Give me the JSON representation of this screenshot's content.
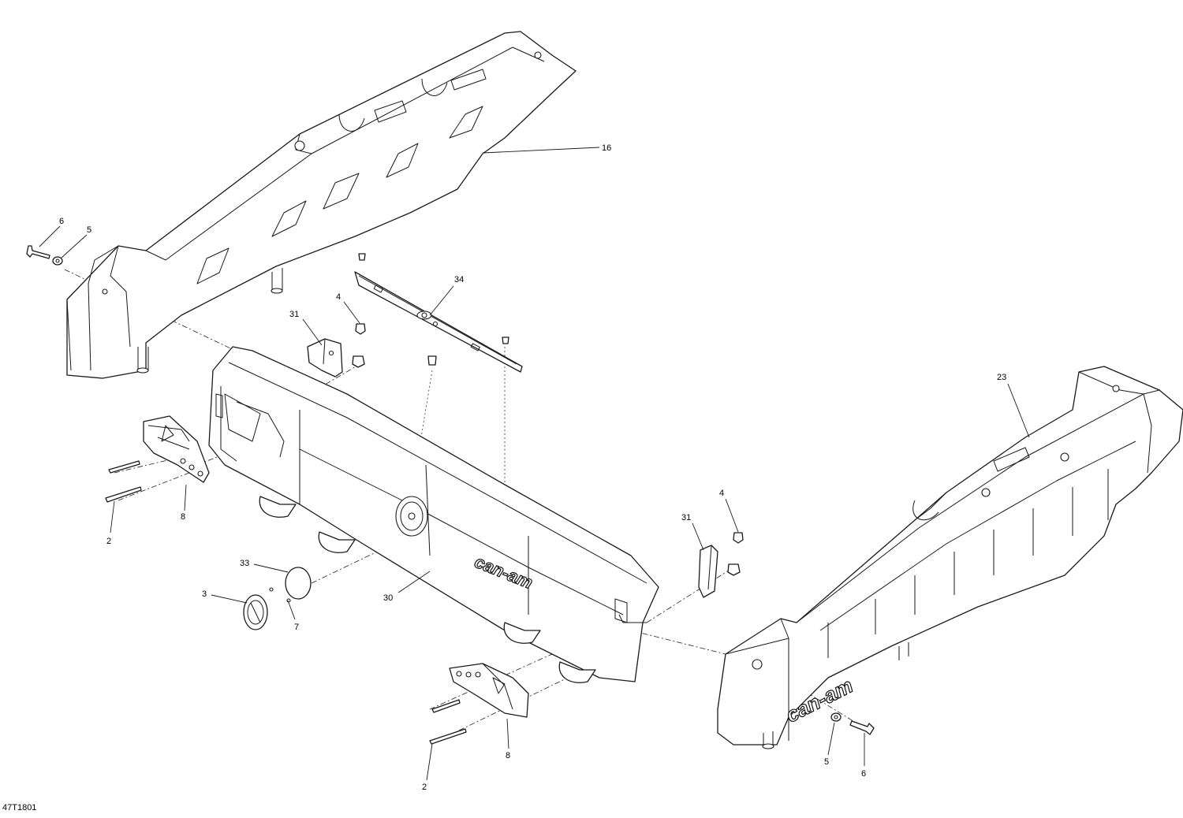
{
  "drawing_ref": "47T1801",
  "brand_marks": {
    "center_bumper": "can-am",
    "right_side_part": "can-am"
  },
  "callouts": [
    {
      "id": "c16",
      "text": "16"
    },
    {
      "id": "c6a",
      "text": "6"
    },
    {
      "id": "c5a",
      "text": "5"
    },
    {
      "id": "c34",
      "text": "34"
    },
    {
      "id": "c4a",
      "text": "4"
    },
    {
      "id": "c31a",
      "text": "31"
    },
    {
      "id": "c23",
      "text": "23"
    },
    {
      "id": "c8a",
      "text": "8"
    },
    {
      "id": "c2a",
      "text": "2"
    },
    {
      "id": "c4b",
      "text": "4"
    },
    {
      "id": "c31b",
      "text": "31"
    },
    {
      "id": "c33",
      "text": "33"
    },
    {
      "id": "c3",
      "text": "3"
    },
    {
      "id": "c7",
      "text": "7"
    },
    {
      "id": "c30",
      "text": "30"
    },
    {
      "id": "c8b",
      "text": "8"
    },
    {
      "id": "c2b",
      "text": "2"
    },
    {
      "id": "c5b",
      "text": "5"
    },
    {
      "id": "c6b",
      "text": "6"
    }
  ]
}
